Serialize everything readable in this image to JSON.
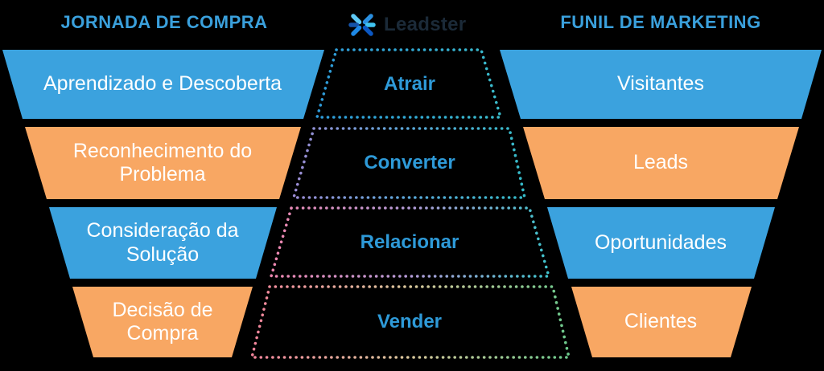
{
  "header": {
    "left_title": "JORNADA DE COMPRA",
    "right_title": "FUNIL DE MARKETING",
    "logo_text": "Leadster"
  },
  "colors": {
    "blue": "#3ba2de",
    "orange": "#f8a763",
    "title_blue": "#3aa0dc",
    "middle_label_blue": "#2e9ad8",
    "logo_text_color": "#1b2a38",
    "background": "#000000",
    "stage_text": "#ffffff"
  },
  "journey": {
    "stages": [
      {
        "label": "Aprendizado e Descoberta",
        "color": "#3ba2de"
      },
      {
        "label": "Reconhecimento do\nProblema",
        "color": "#f8a763"
      },
      {
        "label": "Consideração da\nSolução",
        "color": "#3ba2de"
      },
      {
        "label": "Decisão de\nCompra",
        "color": "#f8a763"
      }
    ]
  },
  "middle": {
    "stages": [
      {
        "label": "Atrair",
        "dots_from": "#2e9ad8",
        "dots_mid": "#31a8d3",
        "dots_to": "#3bbccb"
      },
      {
        "label": "Converter",
        "dots_from": "#9c8cd4",
        "dots_mid": "#5aa7d8",
        "dots_to": "#35bac7"
      },
      {
        "label": "Relacionar",
        "dots_from": "#ef87b0",
        "dots_mid": "#b49bd8",
        "dots_to": "#3fc3cc"
      },
      {
        "label": "Vender",
        "dots_from": "#f2849b",
        "dots_mid": "#d9c79b",
        "dots_to": "#6cc98c"
      }
    ]
  },
  "marketing_funnel": {
    "stages": [
      {
        "label": "Visitantes",
        "color": "#3ba2de"
      },
      {
        "label": "Leads",
        "color": "#f8a763"
      },
      {
        "label": "Oportunidades",
        "color": "#3ba2de"
      },
      {
        "label": "Clientes",
        "color": "#f8a763"
      }
    ]
  }
}
